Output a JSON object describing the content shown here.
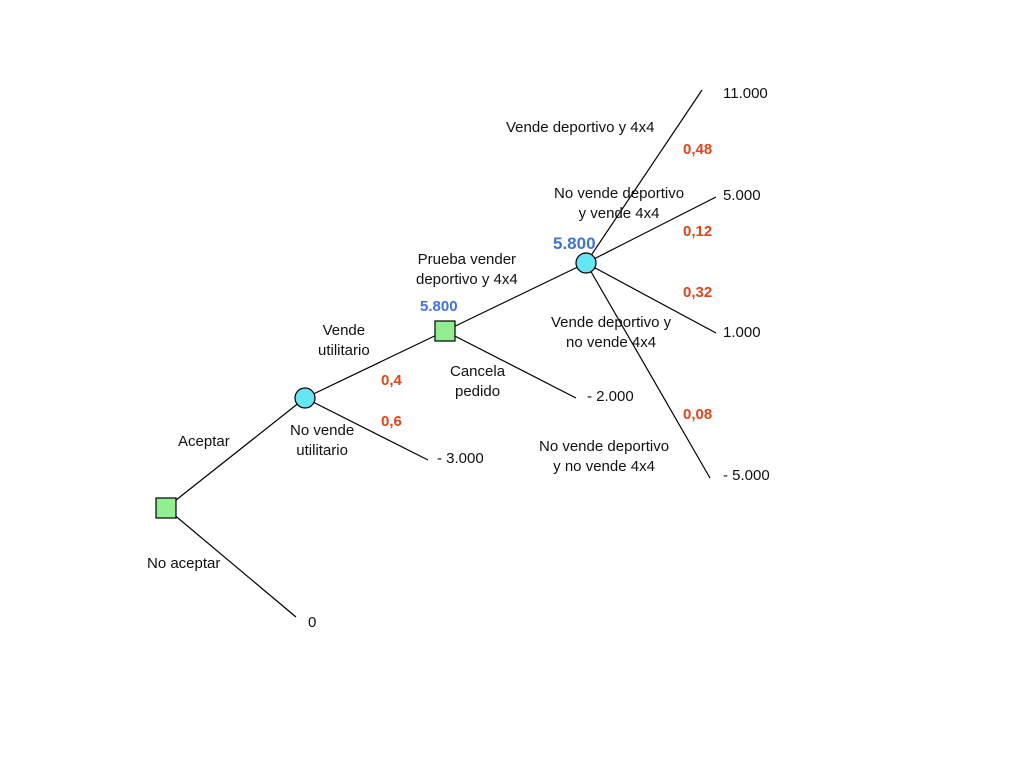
{
  "colors": {
    "probability": "#e0441a",
    "expected_value": "#3f73d4",
    "decision_fill": "#90ee90",
    "chance_fill": "#66e6f2",
    "line": "#000000"
  },
  "branches": {
    "aceptar": "Aceptar",
    "no_aceptar": "No aceptar",
    "vende_utilitario": "Vende\nutilitario",
    "no_vende_utilitario": "No vende\nutilitario",
    "prueba_vender": "Prueba vender\ndeportivo y 4x4",
    "cancela_pedido": "Cancela\npedido",
    "vende_deportivo_y_4x4": "Vende deportivo y 4x4",
    "no_vende_deportivo_y_vende_4x4": "No vende deportivo\ny vende 4x4",
    "vende_deportivo_y_no_4x4": "Vende deportivo y\nno vende 4x4",
    "no_vende_ninguno": "No vende deportivo\ny no vende 4x4"
  },
  "probabilities": {
    "vende_utilitario": "0,4",
    "no_vende_utilitario": "0,6",
    "p_vd_v4": "0,48",
    "p_nvd_v4": "0,12",
    "p_vd_nv4": "0,32",
    "p_nvd_nv4": "0,08"
  },
  "payoffs": {
    "vd_v4": "11.000",
    "nvd_v4": "5.000",
    "vd_nv4": "1.000",
    "nvd_nv4": "- 5.000",
    "cancela": "- 2.000",
    "no_vende_utilitario": "- 3.000",
    "no_aceptar": "0"
  },
  "expected_values": {
    "decision_node": "5.800",
    "chance_node": "5.800"
  }
}
